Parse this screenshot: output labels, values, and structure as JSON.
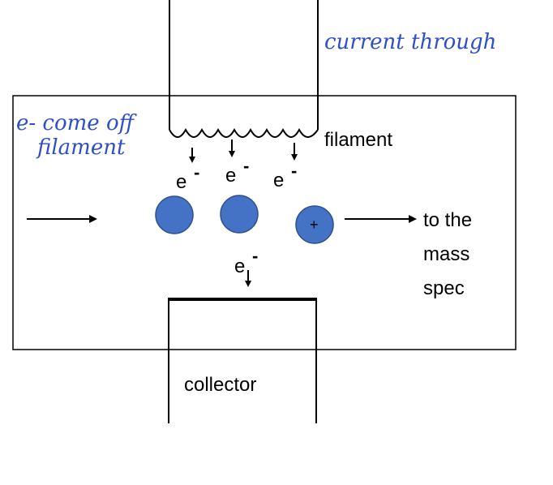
{
  "labels": {
    "filament": "filament",
    "to_the": "to the",
    "mass": "mass",
    "spec": "spec",
    "collector": "collector"
  },
  "electron": {
    "symbol": "e",
    "charge": "-"
  },
  "ion": {
    "charge": "+"
  },
  "handwriting": {
    "current_through": "current through",
    "e_come_off_line1": "e- come off",
    "e_come_off_line2": "filament"
  },
  "colors": {
    "particle": "#4472c4",
    "particle_border": "#2f528f",
    "handwriting": "#2f4fc8",
    "line": "#000000"
  }
}
